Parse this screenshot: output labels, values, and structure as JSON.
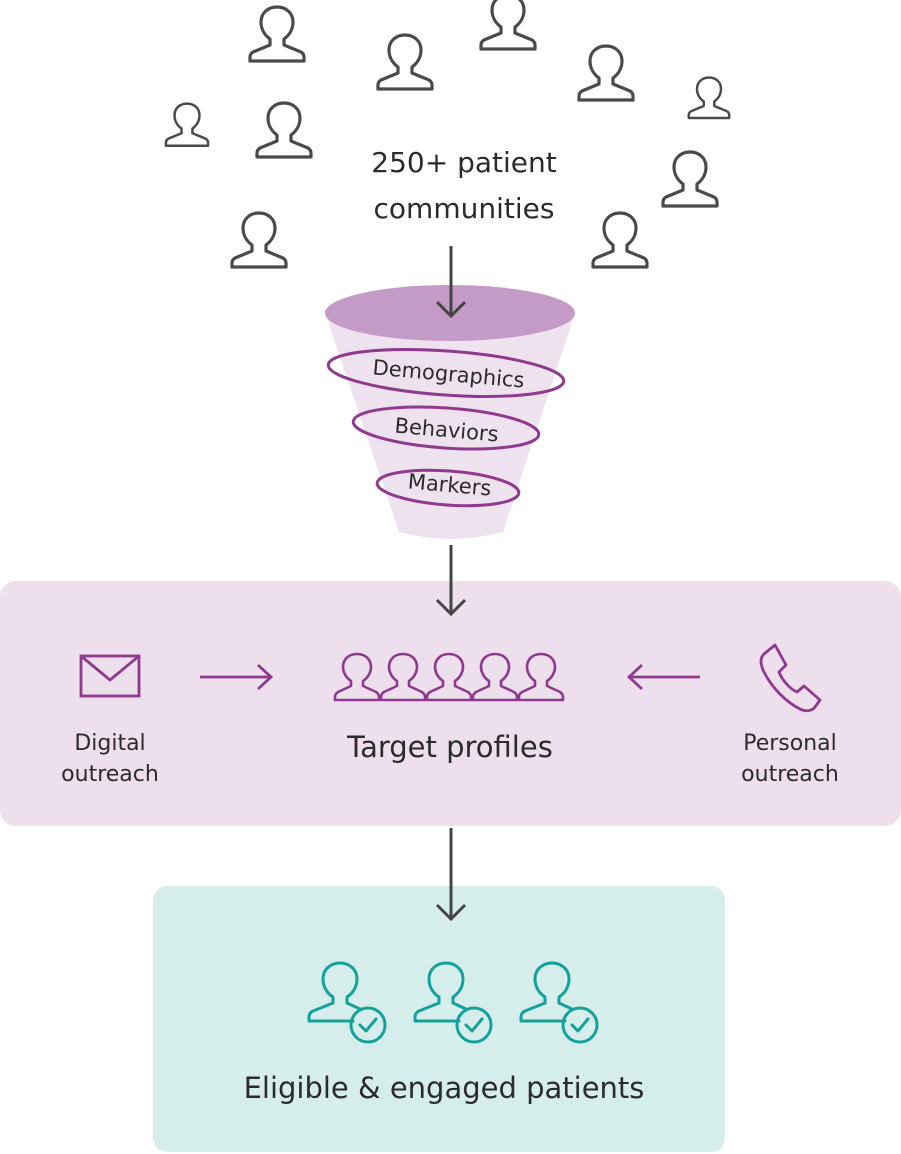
{
  "source": {
    "label_line1": "250+ patient",
    "label_line2": "communities"
  },
  "funnel": {
    "filters": [
      "Demographics",
      "Behaviors",
      "Markers"
    ]
  },
  "targeting": {
    "title": "Target profiles",
    "left_channel_line1": "Digital",
    "left_channel_line2": "outreach",
    "right_channel_line1": "Personal",
    "right_channel_line2": "outreach"
  },
  "result": {
    "title": "Eligible & engaged patients"
  },
  "icons": {
    "person": "person-outline-icon",
    "envelope": "envelope-icon",
    "phone": "phone-icon",
    "verified_person": "person-check-icon"
  },
  "colors": {
    "gray_icon": "#4a4a4a",
    "purple": "#8e3a8e",
    "funnel_top": "#c39bc6",
    "funnel_body": "#efe2ef",
    "target_panel": "#ede0ec",
    "result_panel": "#d6eeeb",
    "teal": "#15a19a",
    "arrow": "#444444"
  }
}
